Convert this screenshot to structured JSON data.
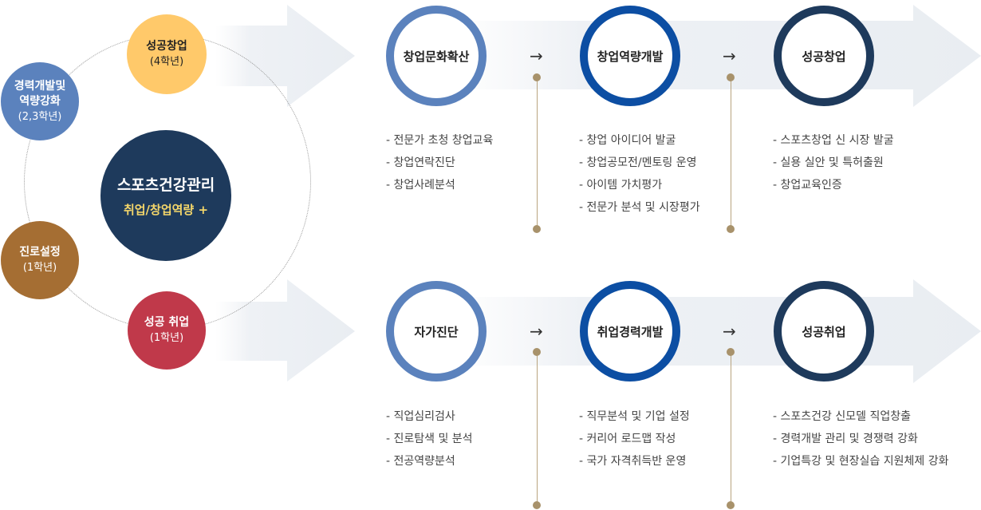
{
  "cycle": {
    "center_title": "스포츠건강관리",
    "center_sub": "취업/창업역량 +",
    "nodes": [
      {
        "title": "성공창업",
        "sub": "(4학년)",
        "color": "#ffc96a"
      },
      {
        "title": "경력개발및\n역량강화",
        "sub": "(2,3학년)",
        "color": "#5b82bd"
      },
      {
        "title": "진로설정",
        "sub": "(1학년)",
        "color": "#a56e33"
      },
      {
        "title": "성공 취업",
        "sub": "(1학년)",
        "color": "#c0394a"
      }
    ]
  },
  "rows": [
    {
      "steps": [
        {
          "label": "창업문화확산",
          "ring": "#5b82bd"
        },
        {
          "label": "창업역량개발",
          "ring": "#0c4ea3"
        },
        {
          "label": "성공창업",
          "ring": "#1e3a5c"
        }
      ],
      "lists": [
        [
          "- 전문가 초청 창업교육",
          "- 창업연락진단",
          "- 창업사례분석"
        ],
        [
          "- 창업 아이디어 발굴",
          "- 창업공모전/멘토링 운영",
          "- 아이템 가치평가",
          "- 전문가 분석 및 시장평가"
        ],
        [
          "- 스포츠창업 신 시장 발굴",
          "- 실용 실안 및 특허출원",
          "- 창업교육인증"
        ]
      ]
    },
    {
      "steps": [
        {
          "label": "자가진단",
          "ring": "#5b82bd"
        },
        {
          "label": "취업경력개발",
          "ring": "#0c4ea3"
        },
        {
          "label": "성공취업",
          "ring": "#1e3a5c"
        }
      ],
      "lists": [
        [
          "- 직업심리검사",
          "- 진로탐색 및 분석",
          "- 전공역량분석"
        ],
        [
          "- 직무분석 및 기업 설정",
          "- 커리어 로드맵 작성",
          "- 국가 자격취득반 운영"
        ],
        [
          "- 스포츠건강 신모델 직업창출",
          "- 경력개발 관리 및 경쟁력 강화",
          "- 기업특강 및 현장실습 지원체제 강화"
        ]
      ]
    }
  ],
  "arrow_glyph": "→"
}
